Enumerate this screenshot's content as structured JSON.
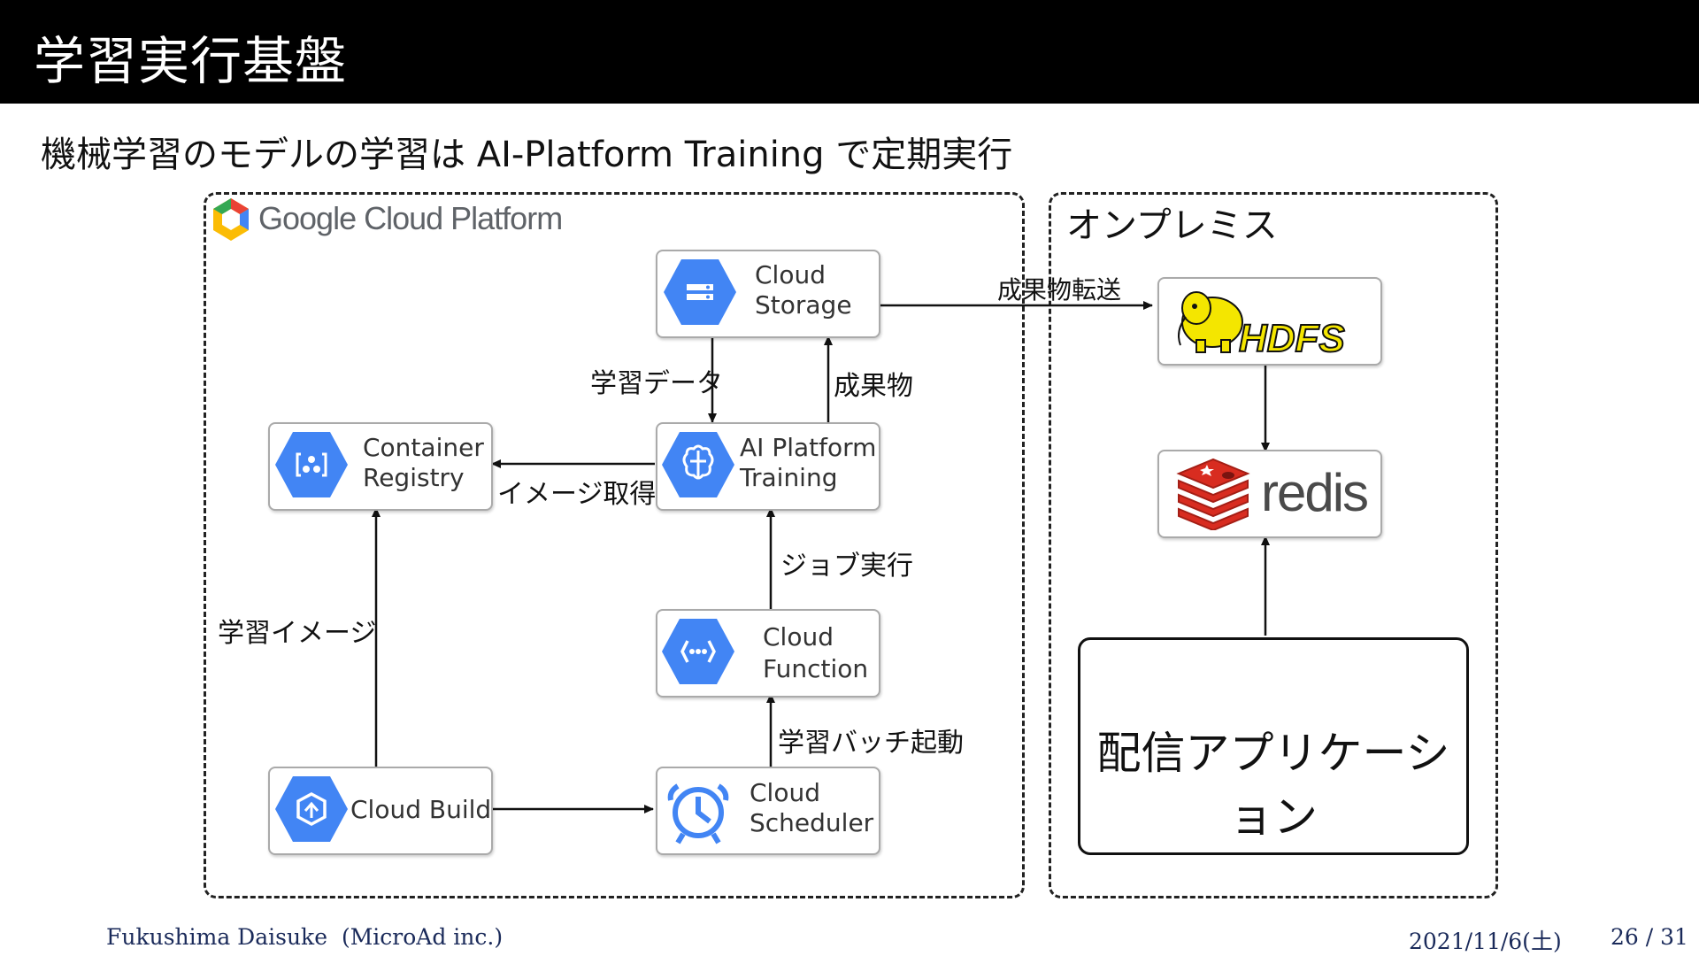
{
  "slide": {
    "title": "学習実行基盤",
    "subtitle": "機械学習のモデルの学習は AI-Platform Training で定期実行"
  },
  "footer": {
    "author": "Fukushima Daisuke",
    "org": "(MicroAd inc.)",
    "date": "2021/11/6(土)",
    "page": "26 / 31"
  },
  "gcp": {
    "logo_text": "Google Cloud Platform",
    "nodes": {
      "storage": {
        "line1": "Cloud",
        "line2": "Storage",
        "icon": "cloud-storage-icon"
      },
      "ai": {
        "line1": "AI Platform",
        "line2": "Training",
        "icon": "ai-platform-icon"
      },
      "registry": {
        "line1": "Container",
        "line2": "Registry",
        "icon": "container-registry-icon"
      },
      "function": {
        "line1": "Cloud",
        "line2": "Function",
        "icon": "cloud-function-icon"
      },
      "build": {
        "line1": "Cloud Build",
        "icon": "cloud-build-icon"
      },
      "scheduler": {
        "line1": "Cloud",
        "line2": "Scheduler",
        "icon": "cloud-scheduler-icon"
      }
    },
    "edges": {
      "training_data": "学習データ",
      "artifacts": "成果物",
      "image_fetch": "イメージ取得",
      "job_exec": "ジョブ実行",
      "training_image": "学習イメージ",
      "batch_start": "学習バッチ起動"
    }
  },
  "onprem": {
    "title": "オンプレミス",
    "transfer": "成果物転送",
    "hdfs": "HDFS",
    "redis": "redis",
    "app": "配信アプリケーション"
  },
  "colors": {
    "gcp_blue": "#4285f4",
    "hdfs_yellow": "#f4e600",
    "redis_red": "#d82c20",
    "header_bg": "#000000"
  }
}
